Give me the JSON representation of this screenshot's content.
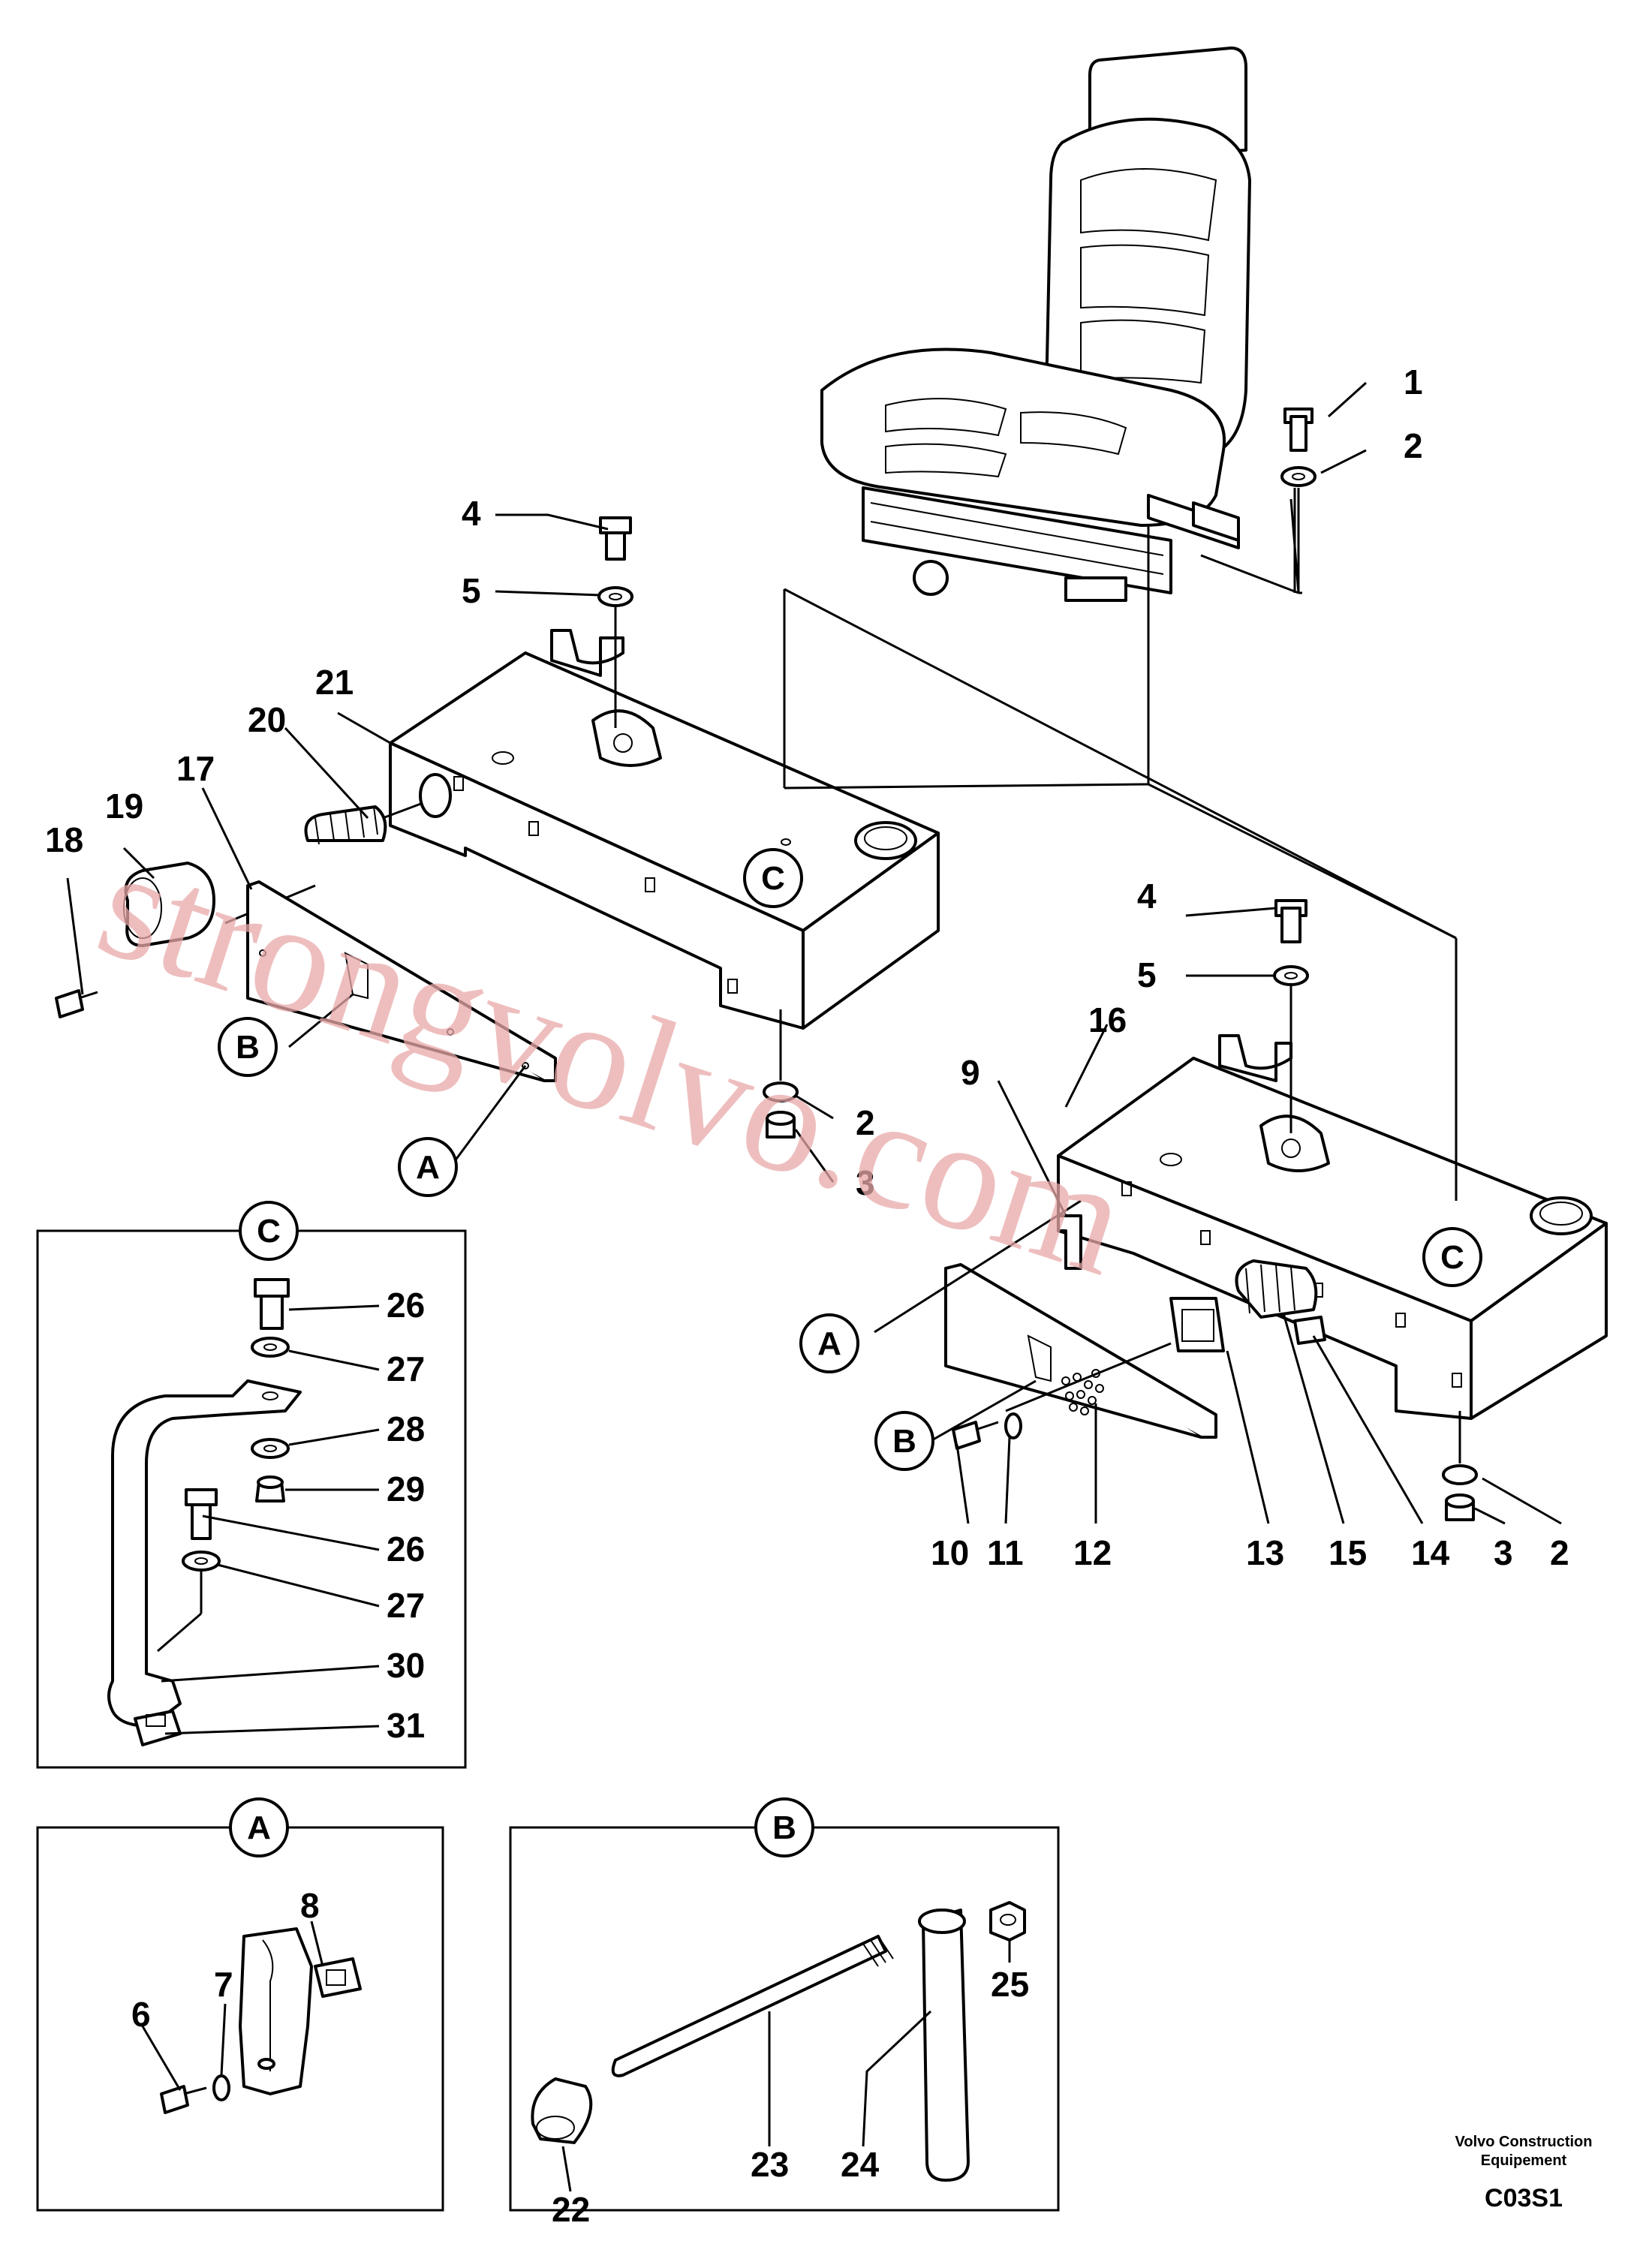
{
  "callouts": [
    "1",
    "2",
    "3",
    "4",
    "5",
    "6",
    "7",
    "8",
    "9",
    "10",
    "11",
    "12",
    "13",
    "14",
    "15",
    "16",
    "17",
    "18",
    "19",
    "20",
    "21",
    "22",
    "23",
    "24",
    "25",
    "26",
    "27",
    "28",
    "29",
    "30",
    "31"
  ],
  "detail_markers": [
    "A",
    "B",
    "C"
  ],
  "watermark": "strongvolvo.com",
  "credit_line1": "Volvo Construction",
  "credit_line2": "Equipement",
  "figure_code": "C03S1"
}
